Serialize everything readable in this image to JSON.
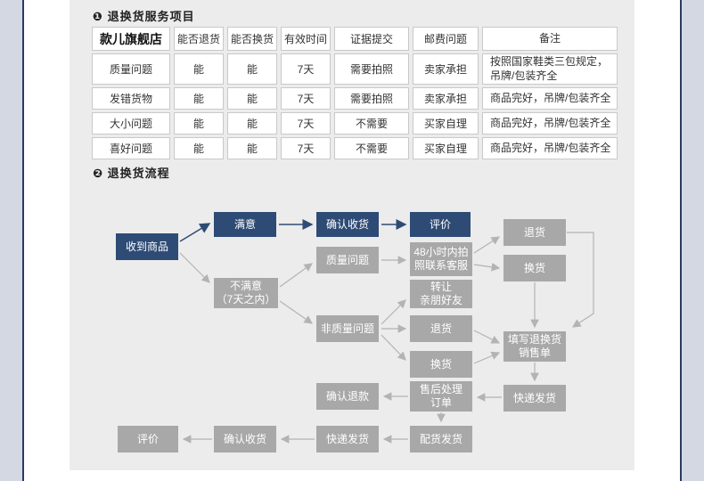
{
  "page": {
    "section1_title": "❶ 退换货服务项目",
    "section2_title": "❷ 退换货流程"
  },
  "colors": {
    "navy_box": "#2e4b75",
    "gray_box": "#a8a8a8",
    "arrow_gray": "#b3b3b3",
    "content_background": "#ececec",
    "side_strip": "#d3d8e3",
    "side_line": "#2a3c5e",
    "cell_border": "#c9c9c9"
  },
  "table": {
    "headers": [
      "款儿旗舰店",
      "能否退货",
      "能否换货",
      "有效时间",
      "证据提交",
      "邮费问题",
      "备注"
    ],
    "rows": [
      [
        "质量问题",
        "能",
        "能",
        "7天",
        "需要拍照",
        "卖家承担",
        "按照国家鞋类三包规定，\n吊牌/包装齐全"
      ],
      [
        "发错货物",
        "能",
        "能",
        "7天",
        "需要拍照",
        "卖家承担",
        "商品完好，吊牌/包装齐全"
      ],
      [
        "大小问题",
        "能",
        "能",
        "7天",
        "不需要",
        "买家自理",
        "商品完好，吊牌/包装齐全"
      ],
      [
        "喜好问题",
        "能",
        "能",
        "7天",
        "不需要",
        "买家自理",
        "商品完好，吊牌/包装齐全"
      ]
    ]
  },
  "flow": {
    "nodes": {
      "received": {
        "label": "收到商品"
      },
      "satisfied": {
        "label": "满意"
      },
      "confirm_top": {
        "label": "确认收货"
      },
      "review_top": {
        "label": "评价"
      },
      "return_right": {
        "label": "退货"
      },
      "quality": {
        "label": "质量问题"
      },
      "contact48": {
        "label": "48小时内拍\n照联系客服"
      },
      "exchange_right": {
        "label": "换货"
      },
      "unsatisfied": {
        "label": "不满意\n（7天之内）"
      },
      "transfer": {
        "label": "转让\n亲朋好友"
      },
      "nonquality": {
        "label": "非质量问题"
      },
      "return_mid": {
        "label": "退货"
      },
      "fill_form": {
        "label": "填写退换货\n销售单"
      },
      "exchange_mid": {
        "label": "换货"
      },
      "confirm_refund": {
        "label": "确认退款"
      },
      "aftersale": {
        "label": "售后处理\n订单"
      },
      "express_right": {
        "label": "快递发货"
      },
      "review_bottom": {
        "label": "评价"
      },
      "confirm_bottom": {
        "label": "确认收货"
      },
      "express_bottom": {
        "label": "快递发货"
      },
      "dispatch": {
        "label": "配货发货"
      }
    }
  }
}
